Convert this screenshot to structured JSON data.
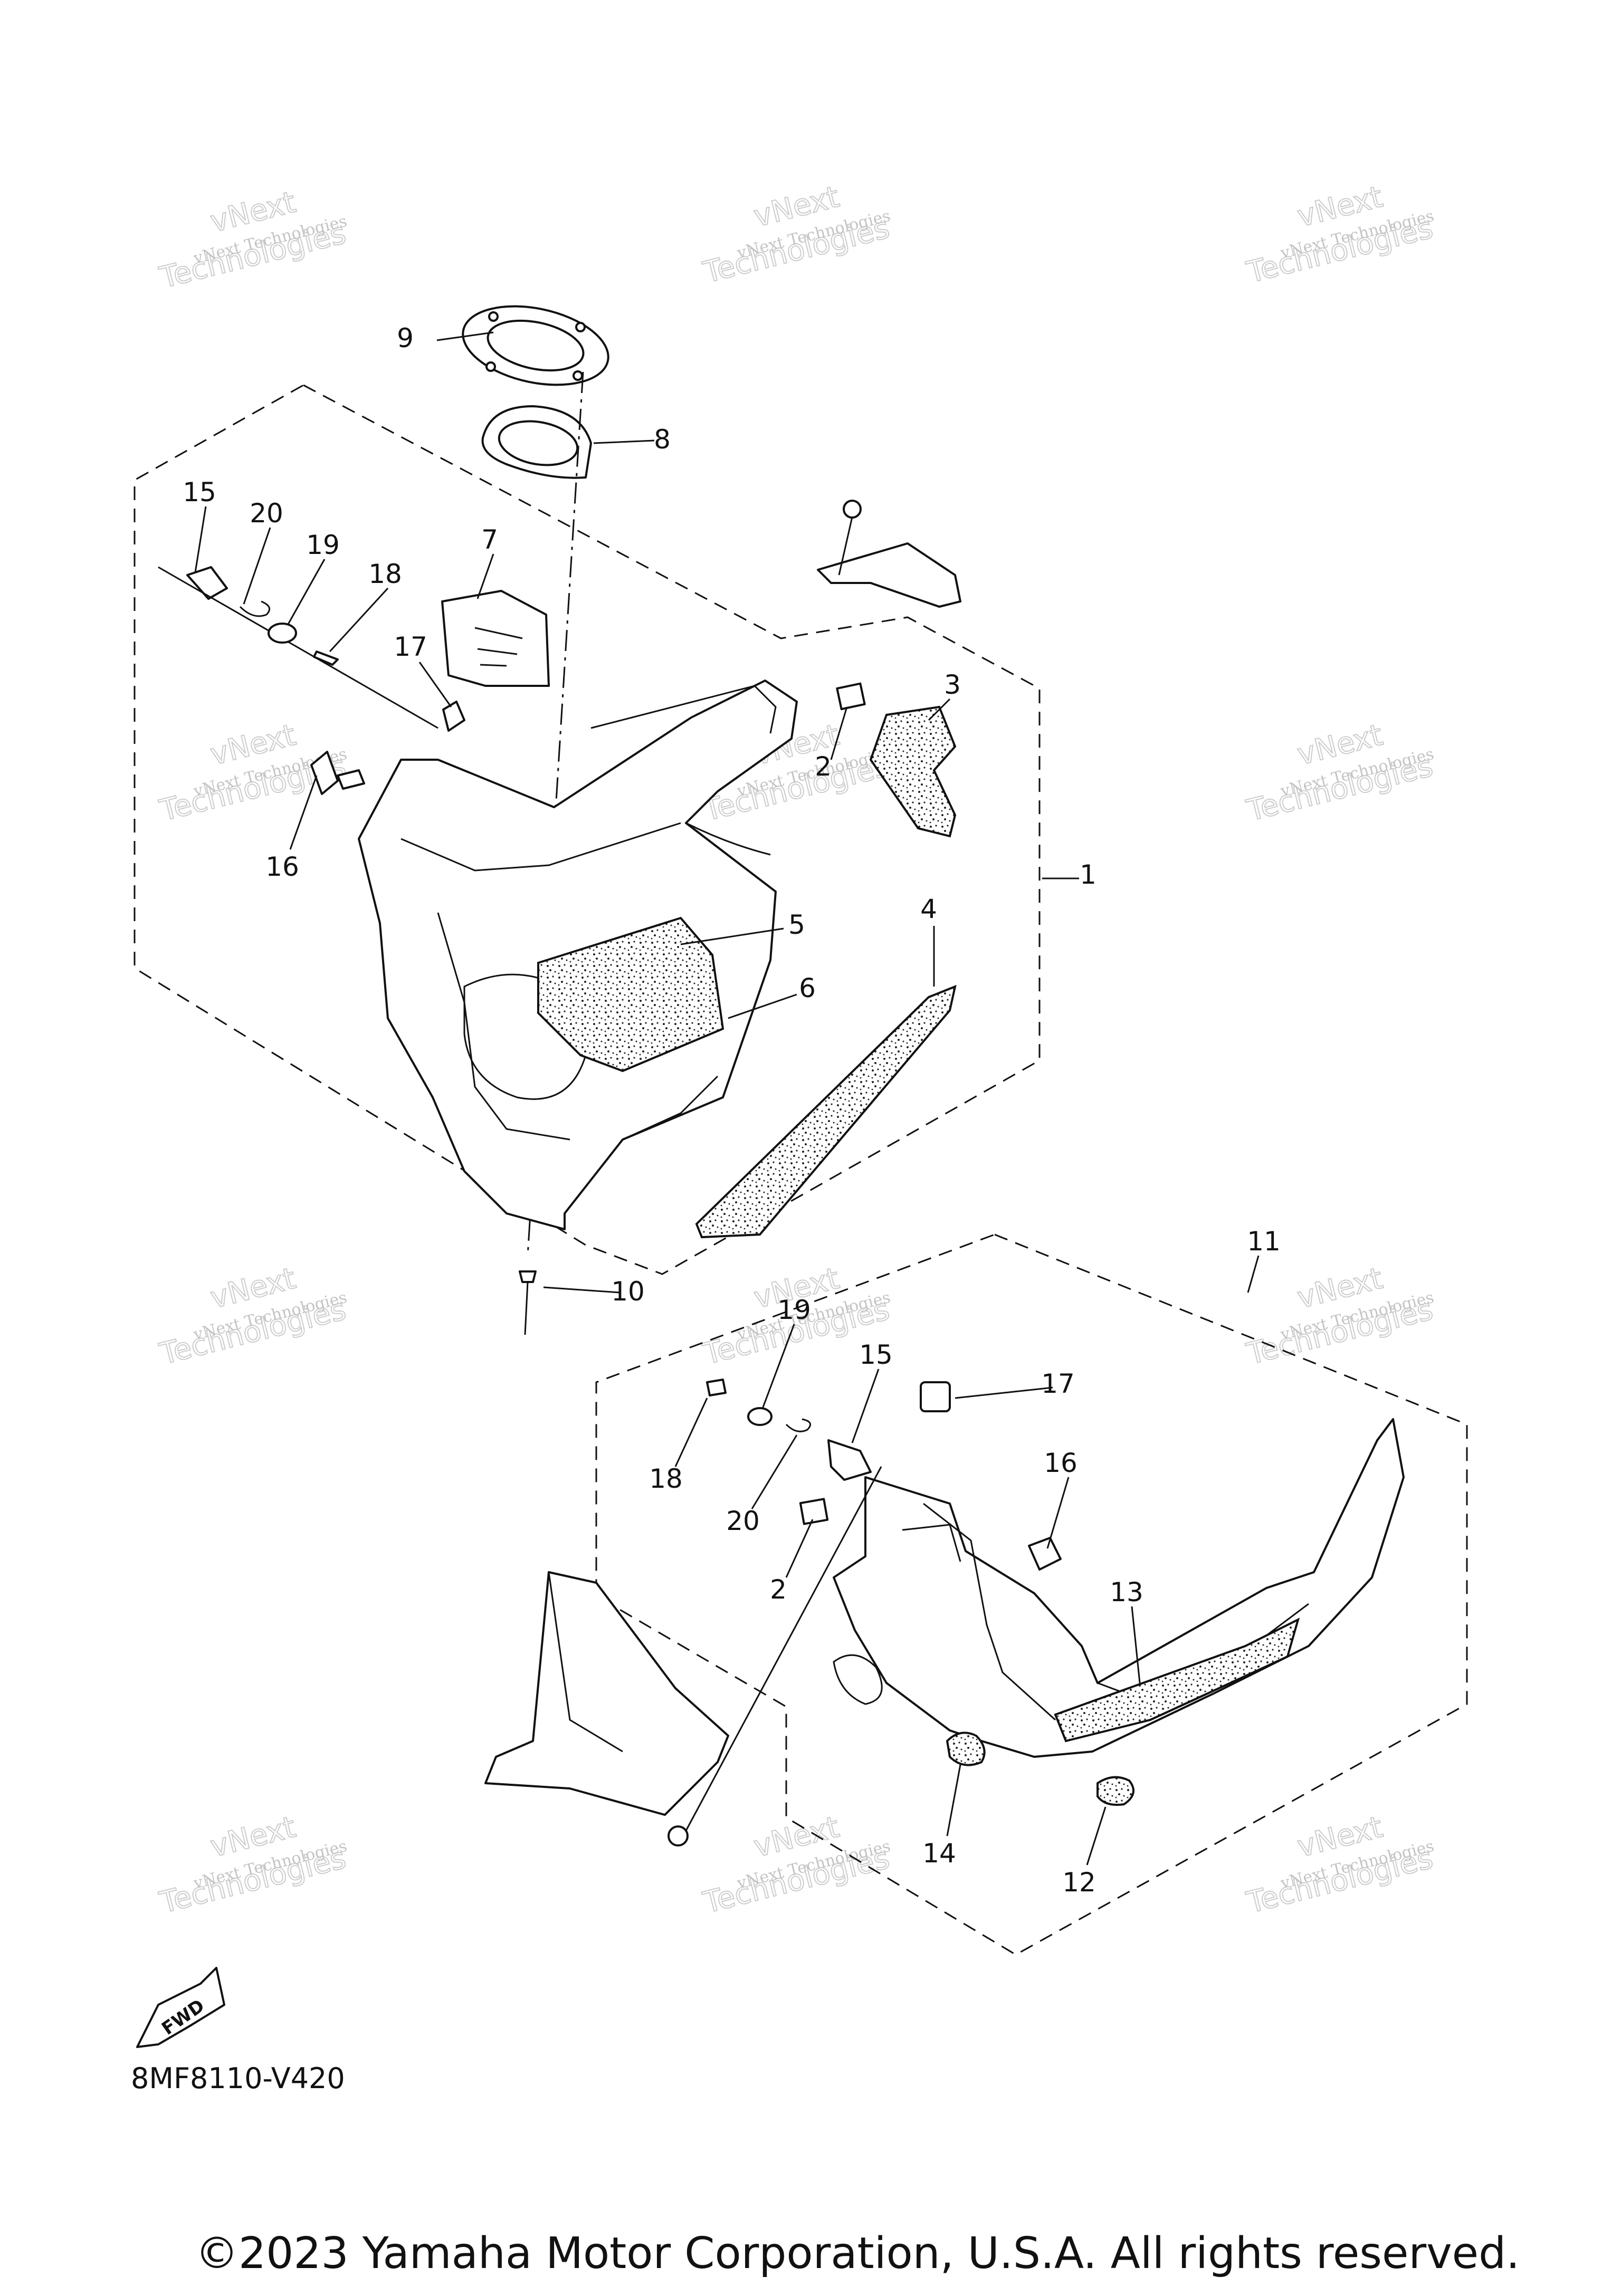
{
  "diagram_code": "8MF8110-V420",
  "copyright": "©2023 Yamaha Motor Corporation, U.S.A. All rights reserved.",
  "fwd_label": "FWD",
  "watermark": {
    "small": "vNext Technologies",
    "big_top": "vNext",
    "big_bottom": "Technologies"
  },
  "callouts": [
    "9",
    "8",
    "15",
    "20",
    "19",
    "18",
    "7",
    "17",
    "3",
    "2",
    "16",
    "1",
    "5",
    "6",
    "4",
    "10",
    "11",
    "19",
    "15",
    "17",
    "18",
    "20",
    "16",
    "2",
    "13",
    "14",
    "12"
  ]
}
